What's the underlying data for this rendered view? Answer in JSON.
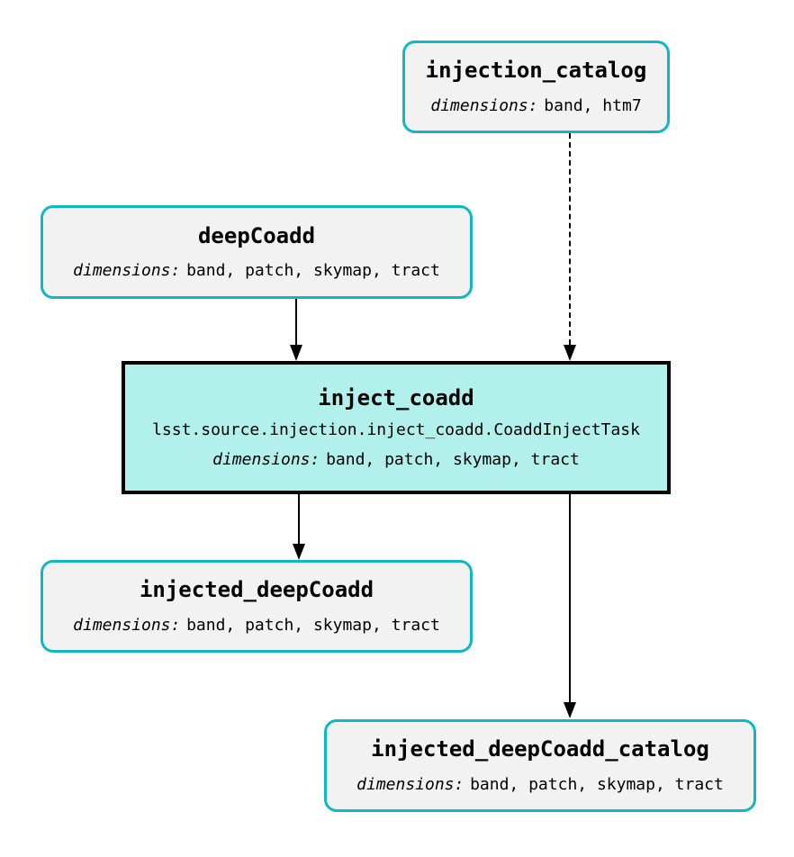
{
  "diagram": {
    "type": "pipeline-graph",
    "colors": {
      "background": "#ffffff",
      "dataset_border": "#0fb8c2",
      "dataset_fill": "#f2f2f2",
      "task_border": "#000000",
      "task_fill": "#b2f0ec",
      "edge": "#000000",
      "text": "#000000"
    },
    "nodes": [
      {
        "id": "injection_catalog",
        "kind": "dataset",
        "title": "injection_catalog",
        "dimensions_label": "dimensions:",
        "dimensions": "band, htm7"
      },
      {
        "id": "deepCoadd",
        "kind": "dataset",
        "title": "deepCoadd",
        "dimensions_label": "dimensions:",
        "dimensions": "band, patch, skymap, tract"
      },
      {
        "id": "inject_coadd",
        "kind": "task",
        "title": "inject_coadd",
        "task_class": "lsst.source.injection.inject_coadd.CoaddInjectTask",
        "dimensions_label": "dimensions:",
        "dimensions": "band, patch, skymap, tract"
      },
      {
        "id": "injected_deepCoadd",
        "kind": "dataset",
        "title": "injected_deepCoadd",
        "dimensions_label": "dimensions:",
        "dimensions": "band, patch, skymap, tract"
      },
      {
        "id": "injected_deepCoadd_catalog",
        "kind": "dataset",
        "title": "injected_deepCoadd_catalog",
        "dimensions_label": "dimensions:",
        "dimensions": "band, patch, skymap, tract"
      }
    ],
    "edges": [
      {
        "from": "injection_catalog",
        "to": "inject_coadd",
        "style": "dashed"
      },
      {
        "from": "deepCoadd",
        "to": "inject_coadd",
        "style": "solid"
      },
      {
        "from": "inject_coadd",
        "to": "injected_deepCoadd",
        "style": "solid"
      },
      {
        "from": "inject_coadd",
        "to": "injected_deepCoadd_catalog",
        "style": "solid"
      }
    ]
  }
}
